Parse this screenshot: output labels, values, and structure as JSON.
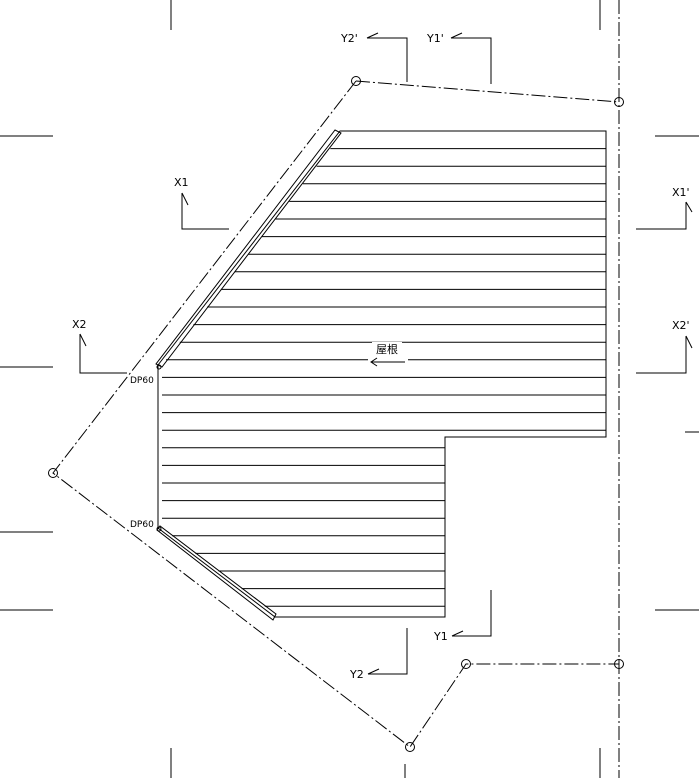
{
  "section_marks": {
    "x1": "X1",
    "x1_prime": "X1'",
    "x2": "X2",
    "x2_prime": "X2'",
    "y1": "Y1",
    "y1_prime": "Y1'",
    "y2": "Y2",
    "y2_prime": "Y2'"
  },
  "roof": {
    "label": "屋根",
    "slope_direction": "left"
  },
  "downpipes": [
    {
      "label": "DP60"
    },
    {
      "label": "DP60"
    }
  ]
}
